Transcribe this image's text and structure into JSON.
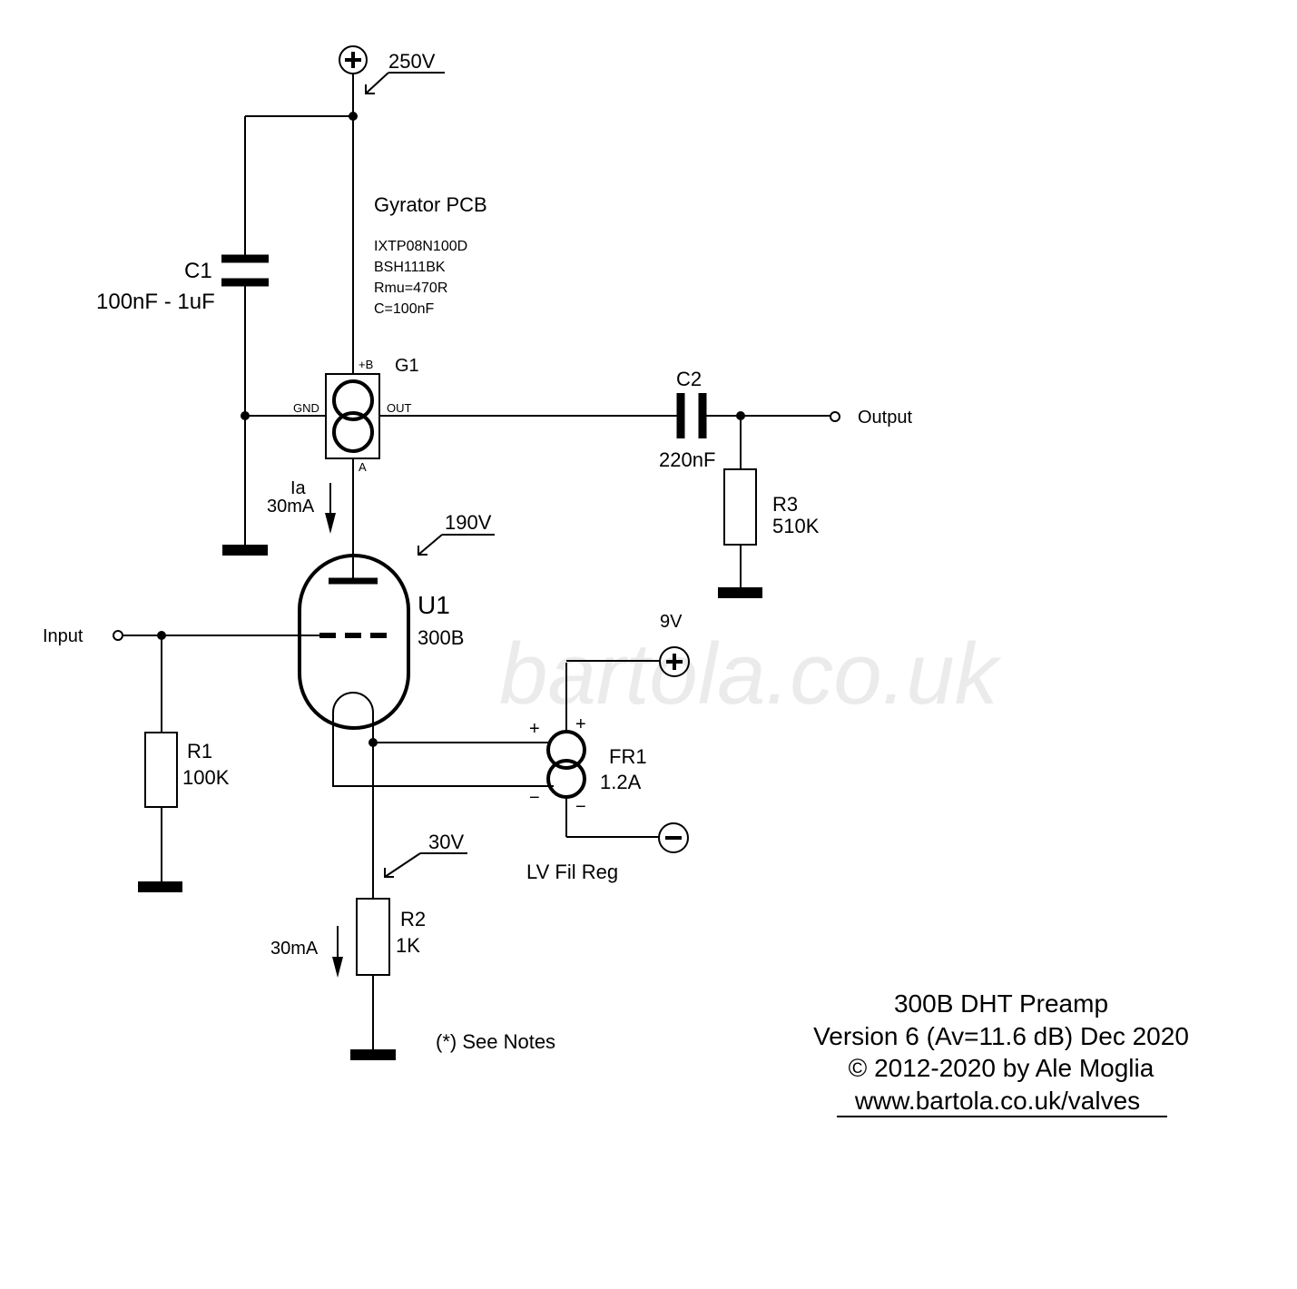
{
  "supply": {
    "b_plus_voltage": "250V",
    "plus_symbol": "+",
    "minus_symbol": "−"
  },
  "gyrator": {
    "title": "Gyrator PCB",
    "parts": [
      "IXTP08N100D",
      "BSH111BK",
      "Rmu=470R",
      "C=100nF"
    ],
    "ref": "G1",
    "pin_bplus": "+B",
    "pin_gnd": "GND",
    "pin_out": "OUT",
    "pin_a": "A"
  },
  "c1": {
    "ref": "C1",
    "value": "100nF - 1uF"
  },
  "c2": {
    "ref": "C2",
    "value": "220nF"
  },
  "r1": {
    "ref": "R1",
    "value": "100K"
  },
  "r2": {
    "ref": "R2",
    "value": "1K"
  },
  "r3": {
    "ref": "R3",
    "value": "510K"
  },
  "u1": {
    "ref": "U1",
    "value": "300B"
  },
  "anode_current": {
    "label": "Ia",
    "value": "30mA"
  },
  "cathode_current": {
    "value": "30mA"
  },
  "voltages": {
    "anode": "190V",
    "cathode": "30V",
    "filament": "9V"
  },
  "fr1": {
    "ref": "FR1",
    "value": "1.2A",
    "name": "LV Fil Reg",
    "plus": "+",
    "minus": "−"
  },
  "io": {
    "input": "Input",
    "output": "Output"
  },
  "notes": "(*) See Notes",
  "watermark": "bartola.co.uk",
  "credits": {
    "title": "300B DHT Preamp",
    "version": "Version 6 (Av=11.6 dB)  Dec 2020",
    "copyright": "© 2012-2020 by Ale Moglia",
    "url": "www.bartola.co.uk/valves"
  }
}
